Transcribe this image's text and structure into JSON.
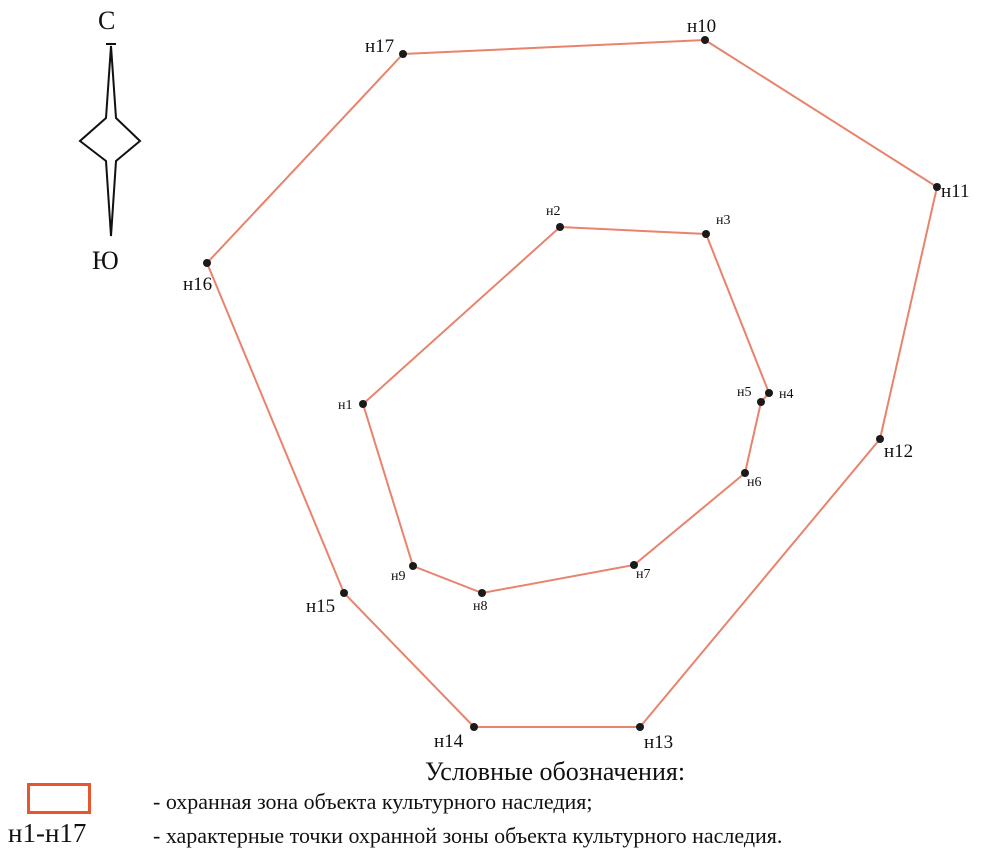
{
  "compass": {
    "north": "С",
    "south": "Ю"
  },
  "colors": {
    "zone_line": "#e8836d",
    "legend_swatch": "#e8562d",
    "point": "#1a1a1a"
  },
  "zones": [
    {
      "name": "inner-zone",
      "points": [
        {
          "label": "н1"
        },
        {
          "label": "н2"
        },
        {
          "label": "н3"
        },
        {
          "label": "н4"
        },
        {
          "label": "н5"
        },
        {
          "label": "н6"
        },
        {
          "label": "н7"
        },
        {
          "label": "н8"
        },
        {
          "label": "н9"
        }
      ]
    },
    {
      "name": "outer-zone",
      "points": [
        {
          "label": "н10"
        },
        {
          "label": "н11"
        },
        {
          "label": "н12"
        },
        {
          "label": "н13"
        },
        {
          "label": "н14"
        },
        {
          "label": "н15"
        },
        {
          "label": "н16"
        },
        {
          "label": "н17"
        }
      ]
    }
  ],
  "legend": {
    "title": "Условные обозначения:",
    "zone_text": "- охранная зона объекта культурного наследия;",
    "points_marker": "н1-н17",
    "points_text": "- характерные точки охранной зоны объекта культурного наследия."
  }
}
